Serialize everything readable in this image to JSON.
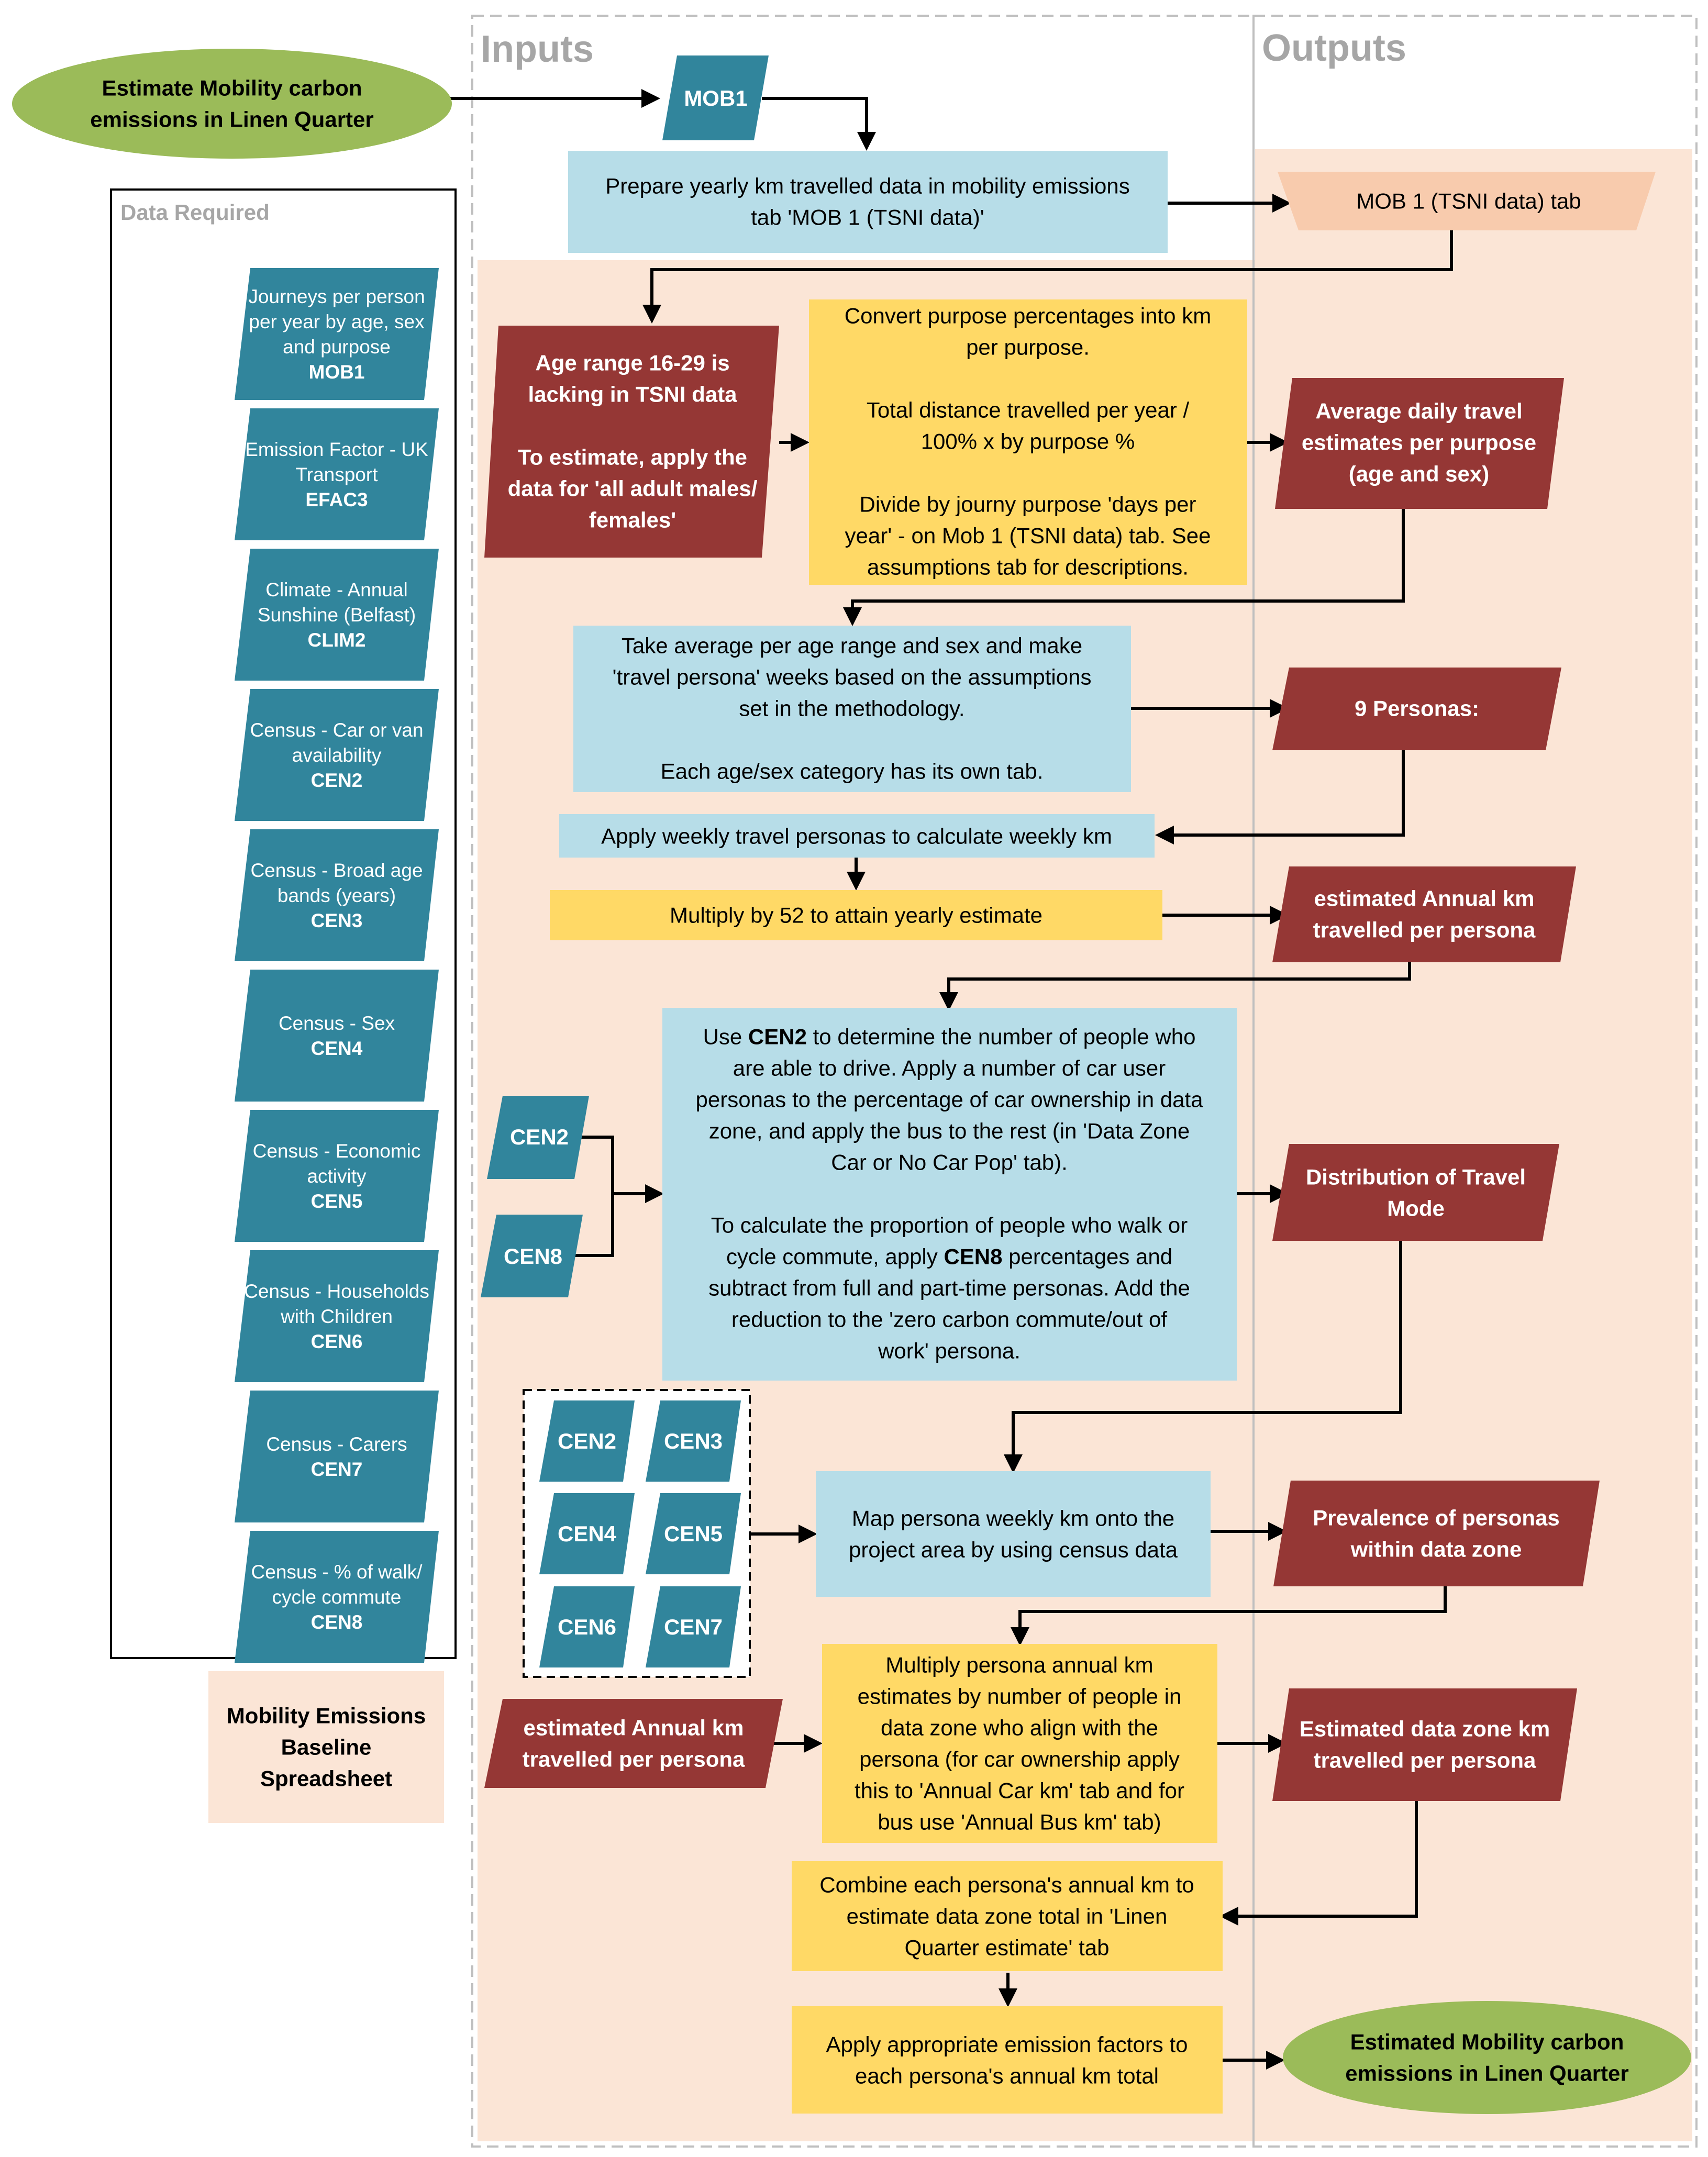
{
  "colors": {
    "green": "#9bbb59",
    "teal": "#31859c",
    "light_blue": "#b7dde8",
    "yellow": "#ffd966",
    "maroon": "#953735",
    "peach_bg": "#fbe5d6",
    "peach_shape": "#f8cbad",
    "gray_text": "#a6a6a6"
  },
  "headings": {
    "inputs": "Inputs",
    "outputs": "Outputs"
  },
  "start": {
    "lines": [
      "Estimate Mobility carbon",
      "emissions in Linen Quarter"
    ]
  },
  "end": {
    "lines": [
      "Estimated Mobility carbon",
      "emissions in Linen Quarter"
    ]
  },
  "mob1_tag": "MOB1",
  "data_required": {
    "title": "Data Required",
    "items": [
      {
        "lines": [
          "Journeys per person",
          "per year by age, sex",
          "and purpose"
        ],
        "code": "MOB1"
      },
      {
        "lines": [
          "Emission Factor - UK",
          "Transport"
        ],
        "code": "EFAC3"
      },
      {
        "lines": [
          "Climate - Annual",
          "Sunshine (Belfast)"
        ],
        "code": "CLIM2"
      },
      {
        "lines": [
          "Census - Car or van",
          "availability"
        ],
        "code": "CEN2"
      },
      {
        "lines": [
          "Census - Broad age",
          "bands (years)"
        ],
        "code": "CEN3"
      },
      {
        "lines": [
          "Census - Sex"
        ],
        "code": "CEN4"
      },
      {
        "lines": [
          "Census - Economic",
          "activity"
        ],
        "code": "CEN5"
      },
      {
        "lines": [
          "Census - Households",
          "with Children"
        ],
        "code": "CEN6"
      },
      {
        "lines": [
          "Census - Carers"
        ],
        "code": "CEN7"
      },
      {
        "lines": [
          "Census - % of walk/",
          "cycle commute"
        ],
        "code": "CEN8"
      }
    ]
  },
  "legend": {
    "lines": [
      "Mobility Emissions",
      "Baseline",
      "Spreadsheet"
    ]
  },
  "steps": {
    "prepare": {
      "lines": [
        "Prepare yearly km travelled data in mobility emissions",
        "tab 'MOB 1 (TSNI data)'"
      ]
    },
    "age_range": {
      "lines": [
        "Age range 16-29 is",
        "lacking in TSNI data",
        "",
        "To estimate, apply the",
        "data for 'all adult males/",
        "females'"
      ]
    },
    "convert": {
      "lines": [
        "Convert purpose percentages into km",
        "per purpose.",
        "",
        "Total distance travelled per year /",
        "100% x by purpose %",
        "",
        "Divide by journy purpose 'days per",
        "year' - on Mob 1 (TSNI data) tab. See",
        "assumptions tab for descriptions."
      ]
    },
    "take_average": {
      "lines": [
        "Take average per age range and sex and make",
        "'travel persona' weeks based on the assumptions",
        "set in the methodology.",
        "",
        "Each age/sex category has its own tab."
      ]
    },
    "apply_weekly": {
      "lines": [
        "Apply weekly travel personas to calculate weekly km"
      ]
    },
    "multiply52": {
      "lines": [
        "Multiply by 52 to attain yearly estimate"
      ]
    },
    "use_cen2": {
      "lines": [
        [
          "Use ",
          "CEN2",
          " to determine the number of people who"
        ],
        [
          "are able to drive. Apply a number of car user"
        ],
        [
          "personas to the percentage of car ownership in data"
        ],
        [
          "zone, and apply the bus to the rest (in 'Data Zone"
        ],
        [
          "Car or No Car Pop' tab)."
        ],
        [
          ""
        ],
        [
          "To calculate the proportion of people who walk or"
        ],
        [
          "cycle commute, apply ",
          "CEN8",
          " percentages and"
        ],
        [
          "subtract from full and part-time personas. Add the"
        ],
        [
          "reduction to the 'zero carbon commute/out of"
        ],
        [
          "work' persona."
        ]
      ]
    },
    "map_persona": {
      "lines": [
        "Map persona weekly km onto the",
        "project area by using census data"
      ]
    },
    "multiply_annual": {
      "lines": [
        "Multiply persona annual km",
        "estimates by number of people in",
        "data zone who align with the",
        "persona (for car ownership apply",
        "this to 'Annual Car km' tab and for",
        "bus use 'Annual Bus km' tab)"
      ]
    },
    "combine": {
      "lines": [
        "Combine each persona's annual km to",
        "estimate data zone total in 'Linen",
        "Quarter estimate' tab"
      ]
    },
    "apply_emission": {
      "lines": [
        "Apply appropriate emission factors to",
        "each persona's annual km total"
      ]
    }
  },
  "inputs": {
    "cen2": "CEN2",
    "cen8": "CEN8",
    "grid": [
      "CEN2",
      "CEN3",
      "CEN4",
      "CEN5",
      "CEN6",
      "CEN7"
    ],
    "annual_km": {
      "lines": [
        "estimated Annual km",
        "travelled per persona"
      ]
    }
  },
  "outputs": {
    "mob1_tab": {
      "lines": [
        "MOB 1 (TSNI data) tab"
      ]
    },
    "avg_daily": {
      "lines": [
        "Average daily travel",
        "estimates per purpose",
        "(age and sex)"
      ]
    },
    "personas9": {
      "lines": [
        "9 Personas:"
      ]
    },
    "annual_km": {
      "lines": [
        "estimated Annual km",
        "travelled per persona"
      ]
    },
    "distribution": {
      "lines": [
        "Distribution of Travel",
        "Mode"
      ]
    },
    "prevalence": {
      "lines": [
        "Prevalence of personas",
        "within data zone"
      ]
    },
    "dz_km": {
      "lines": [
        "Estimated data zone km",
        "travelled per persona"
      ]
    }
  }
}
